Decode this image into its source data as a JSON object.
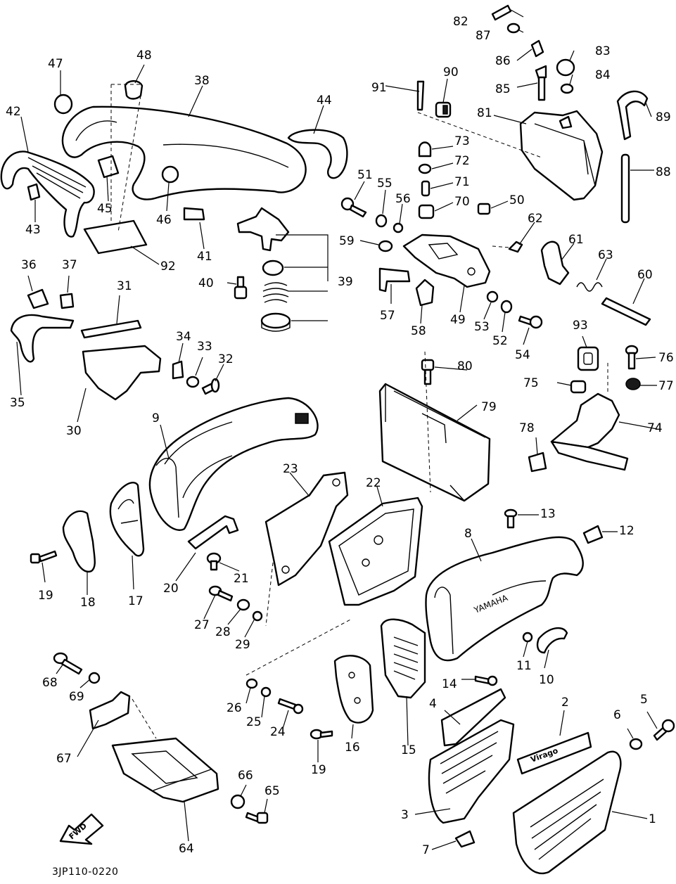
{
  "diagram": {
    "drawing_code": "3JP110-0220",
    "fwd_arrow_label": "FWD",
    "fairing_text": "YAMAHA",
    "emblem_text": "Virago",
    "part_numbers": [
      "1",
      "2",
      "3",
      "4",
      "5",
      "6",
      "7",
      "8",
      "9",
      "10",
      "11",
      "12",
      "13",
      "14",
      "15",
      "16",
      "17",
      "18",
      "19",
      "19",
      "20",
      "21",
      "22",
      "23",
      "24",
      "25",
      "26",
      "27",
      "28",
      "29",
      "30",
      "31",
      "32",
      "33",
      "34",
      "35",
      "36",
      "37",
      "38",
      "39",
      "40",
      "41",
      "42",
      "43",
      "44",
      "45",
      "46",
      "47",
      "48",
      "49",
      "50",
      "51",
      "52",
      "53",
      "54",
      "55",
      "56",
      "57",
      "58",
      "59",
      "60",
      "61",
      "62",
      "63",
      "64",
      "65",
      "66",
      "67",
      "68",
      "69",
      "70",
      "71",
      "72",
      "73",
      "74",
      "75",
      "76",
      "77",
      "78",
      "79",
      "80",
      "81",
      "82",
      "83",
      "84",
      "85",
      "86",
      "87",
      "88",
      "89",
      "90",
      "91",
      "92",
      "93"
    ]
  }
}
